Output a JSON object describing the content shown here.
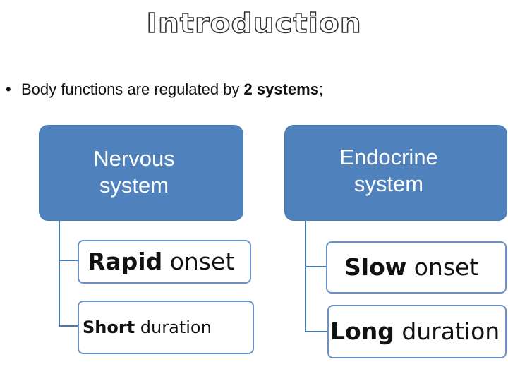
{
  "title": "Introduction",
  "bullet": {
    "marker": "•",
    "prefix": "Body functions are regulated by ",
    "emphasis": "2 systems",
    "suffix": ";"
  },
  "systems": [
    {
      "name_line1": "Nervous",
      "name_line2": "system",
      "items": [
        {
          "bold": "Rapid",
          "rest": " onset"
        },
        {
          "bold": "Short",
          "rest": " duration"
        }
      ]
    },
    {
      "name_line1": "Endocrine",
      "name_line2": "system",
      "items": [
        {
          "bold": "Slow",
          "rest": " onset"
        },
        {
          "bold": "Long",
          "rest": " duration"
        }
      ]
    }
  ],
  "colors": {
    "header_box": "#4f81bd",
    "sub_border": "#6b8fc9",
    "connector": "#4a78b0"
  }
}
